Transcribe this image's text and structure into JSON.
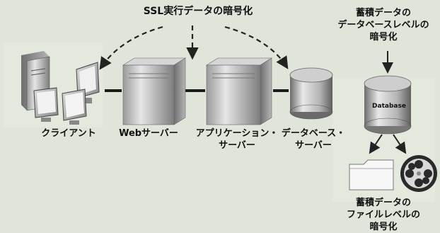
{
  "diagram": {
    "ssl_title": "SSL実行データの暗号化",
    "nodes": {
      "client": "クライアント",
      "web_server": "Webサーバー",
      "app_server": "アプリケーション・\nサーバー",
      "db_server": "データベース・\nサーバー"
    },
    "storage_top": "蓄積データの\nデータベースレベルの\n暗号化",
    "database_tag": "Database",
    "storage_bottom": "蓄積データの\nファイルレベルの\n暗号化"
  },
  "colors": {
    "background": "#dfe5d8",
    "arrow": "#222222",
    "connector": "#1a1a1a"
  }
}
